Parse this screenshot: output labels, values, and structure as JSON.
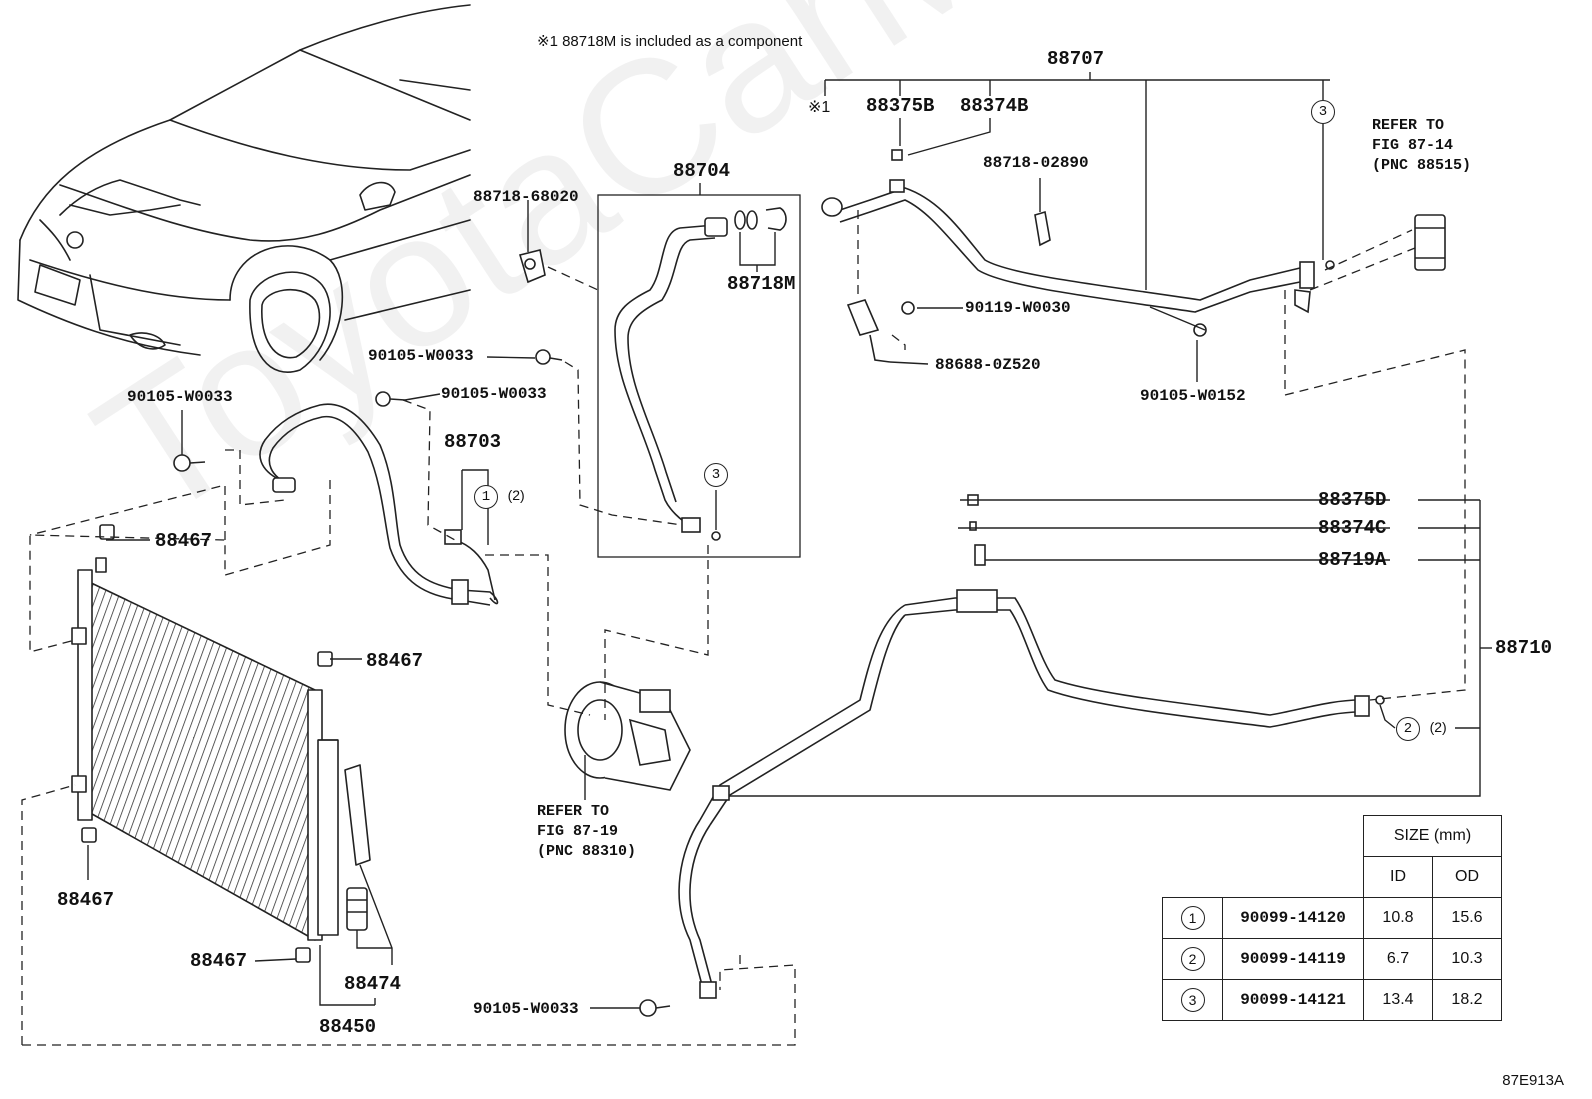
{
  "note": "※1 88718M is included as a component",
  "figure_id": "87E913A",
  "watermark": "ToyotaCarMine.ru",
  "labels": {
    "p88707": "88707",
    "mark1": "※1",
    "p88375B": "88375B",
    "p88374B": "88374B",
    "p88718_02890": "88718-02890",
    "p88718_68020": "88718-68020",
    "p88704": "88704",
    "p88718M": "88718M",
    "p90119_W0030": "90119-W0030",
    "p88688_0Z520": "88688-0Z520",
    "p90105_W0152": "90105-W0152",
    "p90105_W0033_a": "90105-W0033",
    "p90105_W0033_b": "90105-W0033",
    "p90105_W0033_c": "90105-W0033",
    "p90105_W0033_d": "90105-W0033",
    "p88703": "88703",
    "p88467_a": "88467",
    "p88467_b": "88467",
    "p88467_c": "88467",
    "p88467_d": "88467",
    "p88474": "88474",
    "p88450": "88450",
    "p88375D": "88375D",
    "p88374C": "88374C",
    "p88719A": "88719A",
    "p88710": "88710",
    "circle1": "1",
    "circle1_qty": "(2)",
    "circle2": "2",
    "circle2_qty": "(2)",
    "circle3_a": "3",
    "circle3_b": "3"
  },
  "refer_compressor": "REFER TO\nFIG 87-19\n(PNC 88310)",
  "refer_valve": "REFER TO\nFIG 87-14\n(PNC 88515)",
  "size_table": {
    "title": "SIZE (mm)",
    "col_id": "ID",
    "col_od": "OD",
    "rows": [
      {
        "key": "1",
        "part": "90099-14120",
        "id": "10.8",
        "od": "15.6"
      },
      {
        "key": "2",
        "part": "90099-14119",
        "id": "6.7",
        "od": "10.3"
      },
      {
        "key": "3",
        "part": "90099-14121",
        "id": "13.4",
        "od": "18.2"
      }
    ]
  }
}
